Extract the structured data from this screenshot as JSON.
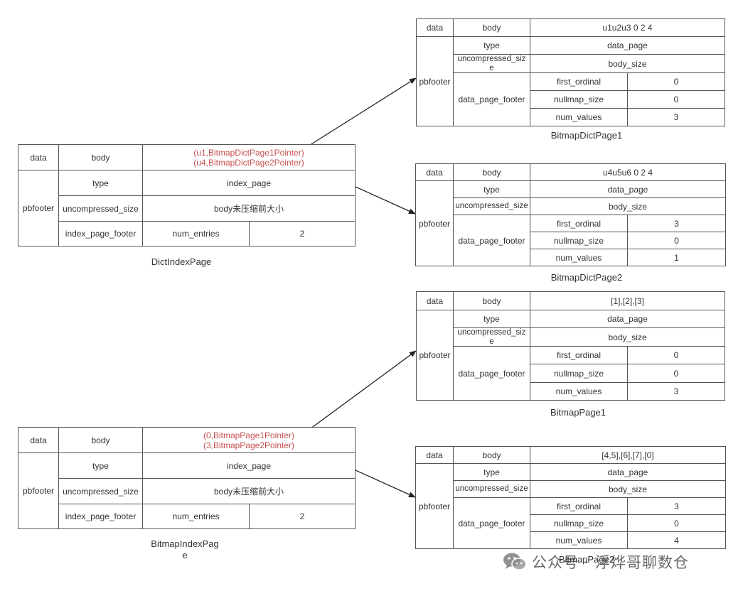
{
  "dict_index_page": {
    "caption": "DictIndexPage",
    "data_label": "data",
    "body_label": "body",
    "body_line1": "(u1,BitmapDictPage1Pointer)",
    "body_line2": "(u4,BitmapDictPage2Pointer)",
    "pbfooter_label": "pbfooter",
    "type_label": "type",
    "type_value": "index_page",
    "uncompressed_size_label": "uncompressed_size",
    "uncompressed_size_value": "body未压缩前大小",
    "footer_label": "index_page_footer",
    "num_entries_label": "num_entries",
    "num_entries_value": "2"
  },
  "bitmap_index_page": {
    "caption_line1": "BitmapIndexPag",
    "caption_line2": "e",
    "data_label": "data",
    "body_label": "body",
    "body_line1": "(0,BitmapPage1Pointer)",
    "body_line2": "(3,BitmapPage2Pointer)",
    "pbfooter_label": "pbfooter",
    "type_label": "type",
    "type_value": "index_page",
    "uncompressed_size_label": "uncompressed_size",
    "uncompressed_size_value": "body未压缩前大小",
    "footer_label": "index_page_footer",
    "num_entries_label": "num_entries",
    "num_entries_value": "2"
  },
  "data_pages": [
    {
      "caption": "BitmapDictPage1",
      "data_label": "data",
      "body_label": "body",
      "body_value": "u1u2u3 0 2 4",
      "pbfooter_label": "pbfooter",
      "type_label": "type",
      "type_value": "data_page",
      "uncompressed_size_label_1": "uncompressed_siz",
      "uncompressed_size_label_2": "e",
      "uncompressed_size_value": "body_size",
      "footer_label": "data_page_footer",
      "first_ordinal_label": "first_ordinal",
      "first_ordinal_value": "0",
      "nullmap_size_label": "nullmap_size",
      "nullmap_size_value": "0",
      "num_values_label": "num_values",
      "num_values_value": "3"
    },
    {
      "caption": "BitmapDictPage2",
      "data_label": "data",
      "body_label": "body",
      "body_value": "u4u5u6 0 2 4",
      "pbfooter_label": "pbfooter",
      "type_label": "type",
      "type_value": "data_page",
      "uncompressed_size_label_1": "uncompressed_size",
      "uncompressed_size_label_2": "",
      "uncompressed_size_value": "body_size",
      "footer_label": "data_page_footer",
      "first_ordinal_label": "first_ordinal",
      "first_ordinal_value": "3",
      "nullmap_size_label": "nullmap_size",
      "nullmap_size_value": "0",
      "num_values_label": "num_values",
      "num_values_value": "1"
    },
    {
      "caption": "BitmapPage1",
      "data_label": "data",
      "body_label": "body",
      "body_value": "[1],[2],[3]",
      "pbfooter_label": "pbfooter",
      "type_label": "type",
      "type_value": "data_page",
      "uncompressed_size_label_1": "uncompressed_siz",
      "uncompressed_size_label_2": "e",
      "uncompressed_size_value": "body_size",
      "footer_label": "data_page_footer",
      "first_ordinal_label": "first_ordinal",
      "first_ordinal_value": "0",
      "nullmap_size_label": "nullmap_size",
      "nullmap_size_value": "0",
      "num_values_label": "num_values",
      "num_values_value": "3"
    },
    {
      "caption": "BitmapPage2",
      "data_label": "data",
      "body_label": "body",
      "body_value": "[4,5],[6],[7],[0]",
      "pbfooter_label": "pbfooter",
      "type_label": "type",
      "type_value": "data_page",
      "uncompressed_size_label_1": "uncompressed_size",
      "uncompressed_size_label_2": "",
      "uncompressed_size_value": "body_size",
      "footer_label": "data_page_footer",
      "first_ordinal_label": "first_ordinal",
      "first_ordinal_value": "3",
      "nullmap_size_label": "nullmap_size",
      "nullmap_size_value": "0",
      "num_values_label": "num_values",
      "num_values_value": "4"
    }
  ],
  "watermark": {
    "text": "公众号 · 浮烨哥聊数仓",
    "icon": "wechat-icon"
  },
  "colors": {
    "pointer_text": "#c85050",
    "border": "#555555",
    "arrow": "#222222"
  }
}
